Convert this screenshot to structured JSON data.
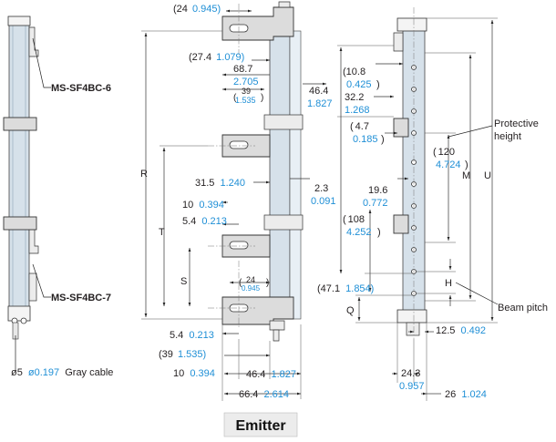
{
  "title": "Emitter",
  "front_view": {
    "labels": {
      "model_a": "MS-SF4BC-6",
      "model_b": "MS-SF4BC-7"
    },
    "cable": {
      "metric": "ø5",
      "inch": "ø0.197",
      "text": "Gray cable"
    }
  },
  "side_view": {
    "dims": {
      "d24": {
        "mm": "(24",
        "inch": "0.945)"
      },
      "d27_4": {
        "mm": "(27.4",
        "inch": "1.079)"
      },
      "d68_7": {
        "mm": "68.7",
        "inch": "2.705"
      },
      "d39": {
        "mm": "39",
        "inch": "1.535"
      },
      "d46_4r": {
        "mm": "46.4",
        "inch": "1.827"
      },
      "d31_5": {
        "mm": "31.5",
        "inch": "1.240"
      },
      "d2_3": {
        "mm": "2.3",
        "inch": "0.091"
      },
      "d10a": {
        "mm": "10",
        "inch": "0.394"
      },
      "d5_4a": {
        "mm": "5.4",
        "inch": "0.213"
      },
      "d24s": {
        "mm": "24",
        "inch": "0.945"
      },
      "d5_4b": {
        "mm": "5.4",
        "inch": "0.213"
      },
      "d39b": {
        "mm": "(39",
        "inch": "1.535)"
      },
      "d10b": {
        "mm": "10",
        "inch": "0.394"
      },
      "d46_4b": {
        "mm": "46.4",
        "inch": "1.827"
      },
      "d66_4": {
        "mm": "66.4",
        "inch": "2.614"
      }
    },
    "letters": {
      "R": "R",
      "T": "T",
      "S": "S"
    }
  },
  "rear_view": {
    "dims": {
      "d10_8": {
        "mm": "10.8",
        "inch": "0.425"
      },
      "d32_2": {
        "mm": "32.2",
        "inch": "1.268"
      },
      "d4_7": {
        "mm": "4.7",
        "inch": "0.185"
      },
      "d120": {
        "mm": "120",
        "inch": "4.724"
      },
      "d19_6": {
        "mm": "19.6",
        "inch": "0.772"
      },
      "d108": {
        "mm": "108",
        "inch": "4.252"
      },
      "d47_1": {
        "mm": "(47.1",
        "inch": "1.854)"
      },
      "d12_5": {
        "mm": "12.5",
        "inch": "0.492"
      },
      "d24_3": {
        "mm": "24.3",
        "inch": "0.957"
      },
      "d26": {
        "mm": "26",
        "inch": "1.024"
      }
    },
    "letters": {
      "M": "M",
      "U": "U",
      "H": "H",
      "Q": "Q"
    },
    "callouts": {
      "protective_height": [
        "Protective",
        "height"
      ],
      "beam_pitch": "Beam pitch"
    }
  }
}
